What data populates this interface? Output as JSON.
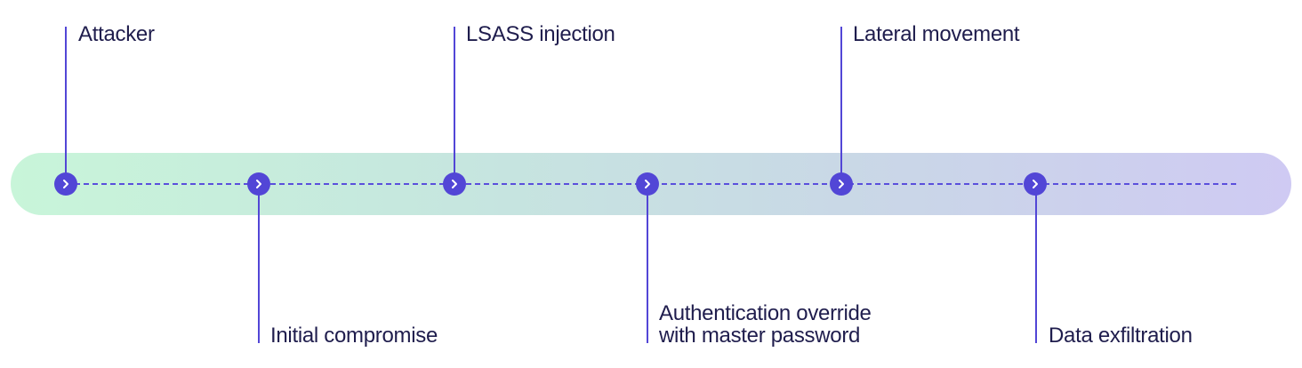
{
  "steps": [
    {
      "label": "Attacker"
    },
    {
      "label": "Initial compromise"
    },
    {
      "label": "LSASS injection"
    },
    {
      "label": "Authentication override\nwith master password"
    },
    {
      "label": "Lateral movement"
    },
    {
      "label": "Data exfiltration"
    }
  ],
  "colors": {
    "accent": "#5246d6",
    "text": "#1f1d4d",
    "track_start": "#c8f5d9",
    "track_end": "#cfcaf3"
  },
  "node_icon": "chevron-right-icon"
}
